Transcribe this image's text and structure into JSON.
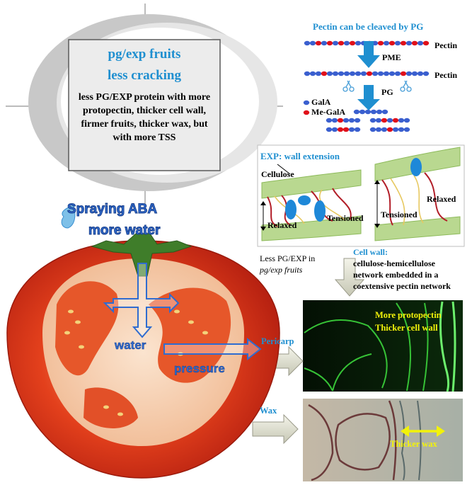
{
  "center_box": {
    "title_line1": "pg/exp fruits",
    "title_line2": "less cracking",
    "description": "less PG/EXP protein with more protopectin, thicker cell wall, firmer fruits, thicker wax, but with more TSS"
  },
  "spray": {
    "line1": "Spraying ABA",
    "line2": "more water"
  },
  "tomato": {
    "water_label": "water",
    "pressure_label": "pressure"
  },
  "pectin_panel": {
    "title": "Pectin can be cleaved by PG",
    "pectin_label_top": "Pectin",
    "pectin_label_mid": "Pectin",
    "pme_label": "PME",
    "pg_label": "PG",
    "legend_gala": "GalA",
    "legend_megala": "Me-GalA"
  },
  "exp_panel": {
    "title": "EXP: wall extension",
    "cellulose_label": "Cellulose",
    "relaxed_left": "Relaxed",
    "tensioned_left": "Tensioned",
    "tensioned_right": "Tensioned",
    "relaxed_right": "Relaxed"
  },
  "less_pgexp": {
    "line1": "Less PG/EXP in",
    "line2": "pg/exp fruits"
  },
  "cell_wall": {
    "title": "Cell wall:",
    "line1": "cellulose-hemicellulose",
    "line2": "network embedded in a",
    "line3": "coextensive pectin network"
  },
  "micro_top": {
    "line1": "More protopectin",
    "line2": "Thicker cell wall"
  },
  "micro_bottom": {
    "label": "Thicker wax"
  },
  "side_labels": {
    "pericarp": "Pericarp",
    "wax": "Wax"
  },
  "colors": {
    "accent_blue": "#1f8fd0",
    "gala_blue": "#3a5fcf",
    "megala_red": "#e0101a",
    "tomato_red": "#d8301a",
    "highlight_yellow": "#f2f20a"
  }
}
